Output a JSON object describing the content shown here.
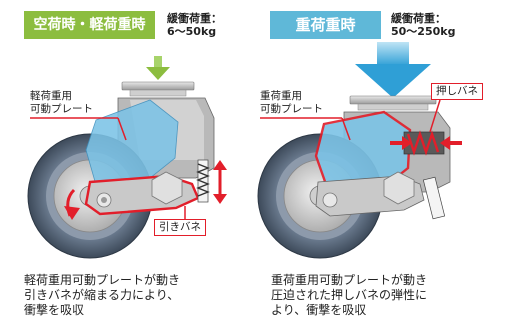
{
  "panels": {
    "left": {
      "badge": "空荷時・軽荷重時",
      "load_line1": "緩衝荷重：",
      "load_line2": "6〜50kg",
      "callout_plate_1": "軽荷重用",
      "callout_plate_2": "可動プレート",
      "callout_spring": "引きバネ",
      "description": [
        "軽荷重用可動プレートが動き",
        "引きバネが縮まる力により、",
        "衝撃を吸収"
      ],
      "accent_color": "#8cbd3f"
    },
    "right": {
      "badge": "重荷重時",
      "load_line1": "緩衝荷重：",
      "load_line2": "50〜250kg",
      "callout_plate_1": "重荷重用",
      "callout_plate_2": "可動プレート",
      "callout_spring": "押しバネ",
      "description": [
        "重荷重用可動プレートが動き",
        "圧迫された押しバネの弾性に",
        "より、衝撃を吸収"
      ],
      "accent_color": "#5fb8d8"
    }
  },
  "colors": {
    "highlight_red": "#e21e2a",
    "plate_blue": "#7cc3e6",
    "wheel_gray": "#6a7a8e"
  }
}
